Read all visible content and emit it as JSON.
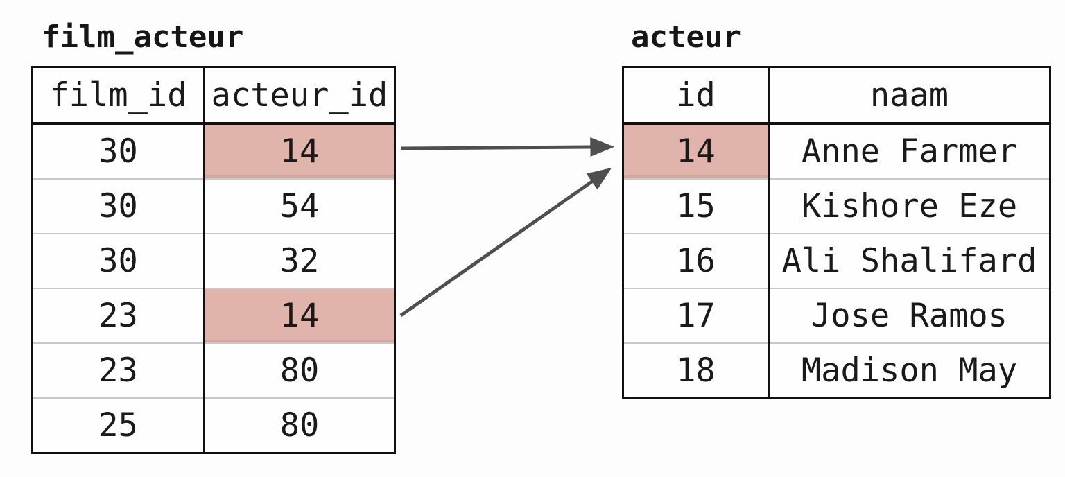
{
  "diagram": {
    "description": "Database foreign-key relation diagram between a junction table and an actor table",
    "colors": {
      "background": "#fdfdfd",
      "table_border": "#111111",
      "row_divider": "#c9c9c9",
      "highlight_pink": "#e0b4aa",
      "arrow_gray": "#4f4f4f",
      "text": "#1a1a1a"
    }
  },
  "left_table": {
    "name": "film_acteur",
    "columns": [
      "film_id",
      "acteur_id"
    ],
    "rows": [
      [
        "30",
        "14"
      ],
      [
        "30",
        "54"
      ],
      [
        "30",
        "32"
      ],
      [
        "23",
        "14"
      ],
      [
        "23",
        "80"
      ],
      [
        "25",
        "80"
      ]
    ],
    "highlighted_cells": [
      {
        "row": 0,
        "column": "acteur_id",
        "value": "14"
      },
      {
        "row": 3,
        "column": "acteur_id",
        "value": "14"
      }
    ]
  },
  "right_table": {
    "name": "acteur",
    "columns": [
      "id",
      "naam"
    ],
    "rows": [
      [
        "14",
        "Anne Farmer"
      ],
      [
        "15",
        "Kishore Eze"
      ],
      [
        "16",
        "Ali Shalifard"
      ],
      [
        "17",
        "Jose Ramos"
      ],
      [
        "18",
        "Madison May"
      ]
    ],
    "highlighted_cells": [
      {
        "row": 0,
        "column": "id",
        "value": "14"
      }
    ]
  },
  "relations": [
    {
      "from_table": "film_acteur",
      "from_row": 0,
      "from_column": "acteur_id",
      "to_table": "acteur",
      "to_row": 0,
      "to_column": "id",
      "value": "14"
    },
    {
      "from_table": "film_acteur",
      "from_row": 3,
      "from_column": "acteur_id",
      "to_table": "acteur",
      "to_row": 0,
      "to_column": "id",
      "value": "14"
    }
  ]
}
